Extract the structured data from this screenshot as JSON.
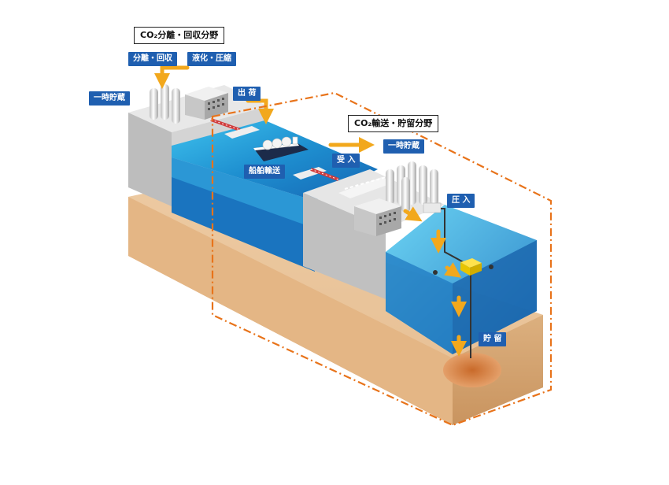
{
  "titles": {
    "capture": "CO₂分離・回収分野",
    "transport": "CO₂輸送・貯留分野"
  },
  "labels": {
    "separation": "分離・回収",
    "liquefaction": "液化・圧縮",
    "temp_storage_left": "一時貯蔵",
    "shipping_out": "出 荷",
    "ship_transport": "船舶輸送",
    "receiving": "受 入",
    "temp_storage_right": "一時貯蔵",
    "injection": "圧 入",
    "storage": "貯 留"
  },
  "colors": {
    "tag_blue": "#1f5fb0",
    "arrow_orange": "#f2a81d",
    "boundary_orange": "#e8731a",
    "ground": "#e6b98a",
    "water": "#1e9ad6",
    "building": "#cfcfcf"
  }
}
